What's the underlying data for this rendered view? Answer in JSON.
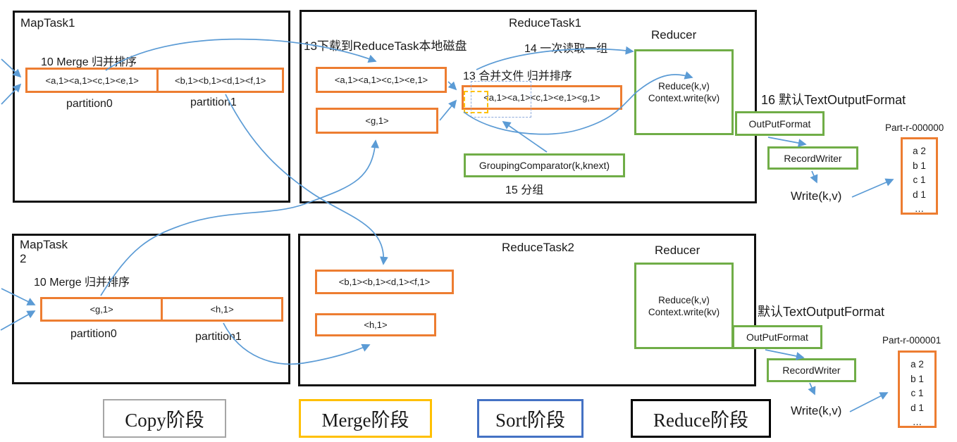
{
  "diagram": {
    "maptask1": {
      "title": "MapTask1",
      "merge_label": "10 Merge 归并排序",
      "partition0": {
        "data": "<a,1><a,1><c,1><e,1>",
        "label": "partition0"
      },
      "partition1": {
        "data": "<b,1><b,1><d,1><f,1>",
        "label": "partition1"
      }
    },
    "maptask2": {
      "title": "MapTask\n2",
      "merge_label": "10 Merge 归并排序",
      "partition0": {
        "data": "<g,1>",
        "label": "partition0"
      },
      "partition1": {
        "data": "<h,1>",
        "label": "partition1"
      }
    },
    "reducetask1": {
      "title": "ReduceTask1",
      "download_label": "13下载到ReduceTask本地磁盘",
      "read_group_label": "14 一次读取一组",
      "merge_sort_label": "13 合并文件 归并排序",
      "copied_box1": "<a,1><a,1><c,1><e,1>",
      "copied_box2": "<g,1>",
      "merged_box": "<a,1><a,1><c,1><e,1><g,1>",
      "grouping_comparator": "GroupingComparator(k,knext)",
      "group_label": "15 分组"
    },
    "reducetask2": {
      "title": "ReduceTask2",
      "copied_box1": "<b,1><b,1><d,1><f,1>",
      "copied_box2": "<h,1>"
    },
    "reducer1": {
      "title": "Reducer",
      "line1": "Reduce(k,v)",
      "line2": "Context.write(kv)"
    },
    "reducer2": {
      "title": "Reducer",
      "line1": "Reduce(k,v)",
      "line2": "Context.write(kv)"
    },
    "output1": {
      "format_label": "16 默认TextOutputFormat",
      "output_format": "OutPutFormat",
      "record_writer": "RecordWriter",
      "write_label": "Write(k,v)",
      "file": {
        "name": "Part-r-000000",
        "lines": [
          "a 2",
          "b 1",
          "c 1",
          "d 1",
          "…"
        ]
      }
    },
    "output2": {
      "format_label": "默认TextOutputFormat",
      "output_format": "OutPutFormat",
      "record_writer": "RecordWriter",
      "write_label": "Write(k,v)",
      "file": {
        "name": "Part-r-000001",
        "lines": [
          "a 2",
          "b 1",
          "c 1",
          "d 1",
          "…"
        ]
      }
    },
    "phases": {
      "copy": "Copy阶段",
      "merge": "Merge阶段",
      "sort": "Sort阶段",
      "reduce": "Reduce阶段"
    },
    "colors": {
      "orange": "#ED7D31",
      "green": "#70AD47",
      "arrow_blue": "#5B9BD5",
      "phase_copy_border": "#A6A6A6",
      "phase_merge_border": "#FFC000",
      "phase_sort_border": "#4472C4",
      "phase_reduce_border": "#000000",
      "dashed_blue": "#8EAADB",
      "dashed_yellow": "#FFC000"
    }
  }
}
